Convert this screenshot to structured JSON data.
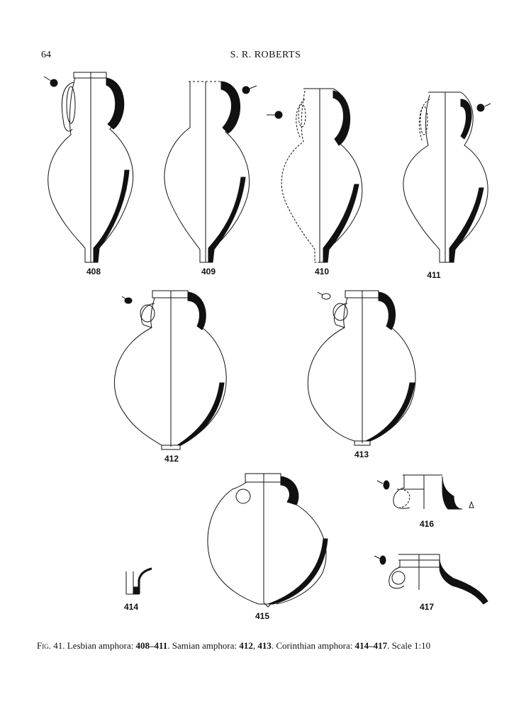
{
  "header": {
    "page_number": "64",
    "running_title": "S. R. ROBERTS"
  },
  "figures": [
    {
      "id": "408",
      "label": "408"
    },
    {
      "id": "409",
      "label": "409"
    },
    {
      "id": "410",
      "label": "410"
    },
    {
      "id": "411",
      "label": "411"
    },
    {
      "id": "412",
      "label": "412"
    },
    {
      "id": "413",
      "label": "413"
    },
    {
      "id": "414",
      "label": "414"
    },
    {
      "id": "415",
      "label": "415"
    },
    {
      "id": "416",
      "label": "416"
    },
    {
      "id": "417",
      "label": "417"
    }
  ],
  "caption": {
    "fig_prefix": "Fig. 41.",
    "lesbian_text": " Lesbian amphora: ",
    "lesbian_range": "408–411",
    "samian_text": ". Samian amphora: ",
    "samian_a": "412",
    "sep": ", ",
    "samian_b": "413",
    "corinthian_text": ". Corinthian amphora: ",
    "corinthian_range": "414–417",
    "scale_text": ". Scale 1:10"
  }
}
